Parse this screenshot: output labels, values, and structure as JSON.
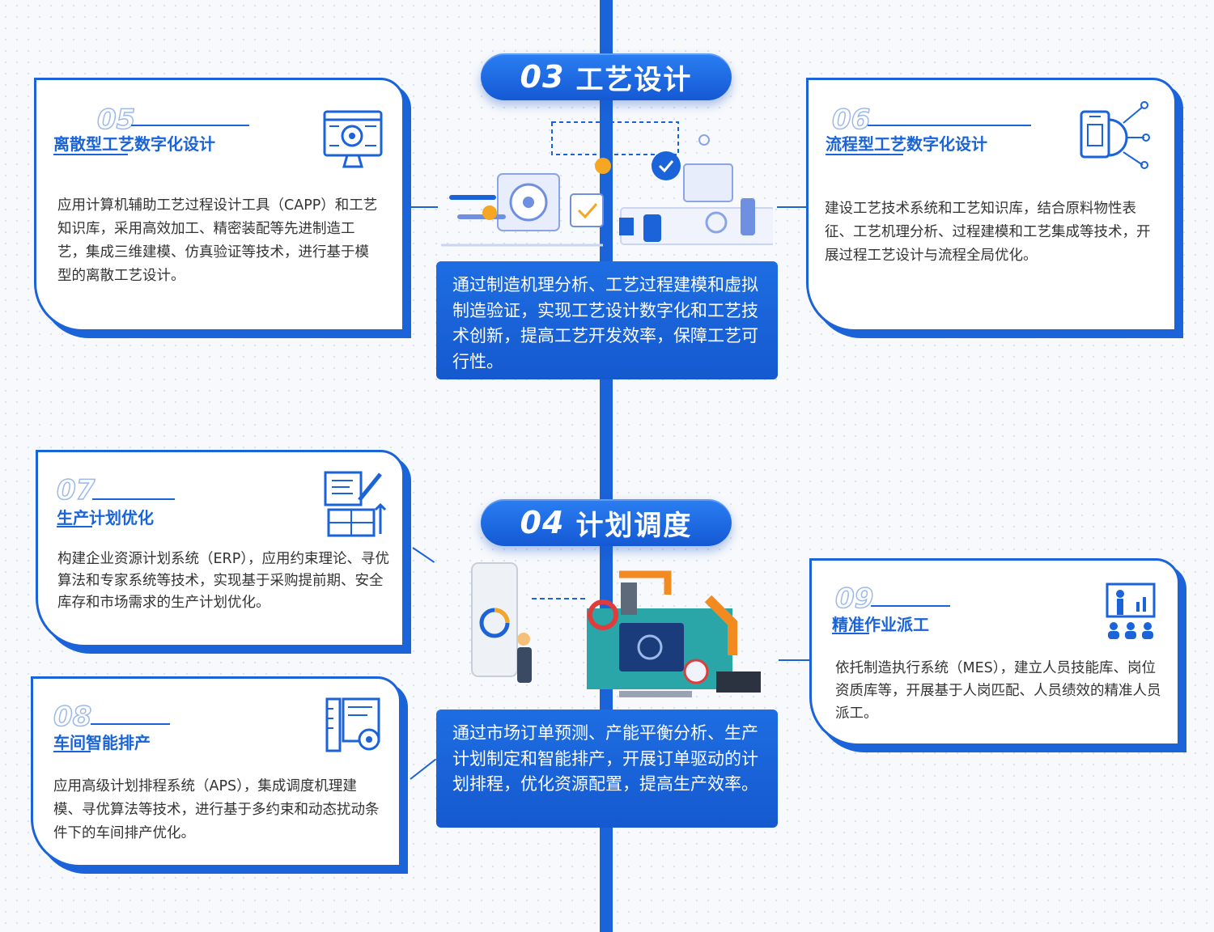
{
  "sections": [
    {
      "number": "03",
      "title": "工艺设计",
      "description": "通过制造机理分析、工艺过程建模和虚拟制造验证，实现工艺设计数字化和工艺技术创新，提高工艺开发效率，保障工艺可行性。"
    },
    {
      "number": "04",
      "title": "计划调度",
      "description": "通过市场订单预测、产能平衡分析、生产计划制定和智能排产，开展订单驱动的计划排程，优化资源配置，提高生产效率。"
    }
  ],
  "cards": [
    {
      "number": "05",
      "title": "离散型工艺数字化设计",
      "icon": "gear-monitor-icon",
      "text": "应用计算机辅助工艺过程设计工具（CAPP）和工艺知识库，采用高效加工、精密装配等先进制造工艺，集成三维建模、仿真验证等技术，进行基于模型的离散工艺设计。"
    },
    {
      "number": "06",
      "title": "流程型工艺数字化设计",
      "icon": "phone-circuit-icon",
      "text": "建设工艺技术系统和工艺知识库，结合原料物性表征、工艺机理分析、过程建模和工艺集成等技术，开展过程工艺设计与流程全局优化。"
    },
    {
      "number": "07",
      "title": "生产计划优化",
      "icon": "plan-document-icon",
      "text": "构建企业资源计划系统（ERP），应用约束理论、寻优算法和专家系统等技术，实现基于采购提前期、安全库存和市场需求的生产计划优化。"
    },
    {
      "number": "08",
      "title": "车间智能排产",
      "icon": "ruler-gear-icon",
      "text": "应用高级计划排程系统（APS），集成调度机理建模、寻优算法等技术，进行基于多约束和动态扰动条件下的车间排产优化。"
    },
    {
      "number": "09",
      "title": "精准作业派工",
      "icon": "presentation-team-icon",
      "text": "依托制造执行系统（MES），建立人员技能库、岗位资质库等，开展基于人岗匹配、人员绩效的精准人员派工。"
    }
  ],
  "colors": {
    "primary": "#1a63d8",
    "text": "#333333",
    "number_outline": "#9db8ea"
  }
}
